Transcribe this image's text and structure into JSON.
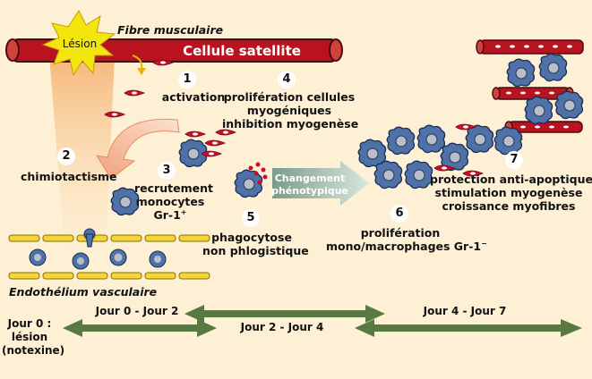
{
  "labels": {
    "fibre": "Fibre musculaire",
    "lesion": "Lésion",
    "cellule_satellite": "Cellule satellite",
    "endothelium": "Endothélium vasculaire",
    "changement": [
      "Changement",
      "phénotypique"
    ]
  },
  "steps": [
    {
      "n": "1",
      "lines": [
        "activation"
      ]
    },
    {
      "n": "2",
      "lines": [
        "chimiotactisme"
      ]
    },
    {
      "n": "3",
      "lines": [
        "recrutement",
        "monocytes",
        "Gr-1"
      ],
      "sup": "+"
    },
    {
      "n": "4",
      "lines": [
        "prolifération cellules",
        "myogéniques",
        "inhibition myogenèse"
      ]
    },
    {
      "n": "5",
      "lines": [
        "phagocytose",
        "non phlogistique"
      ]
    },
    {
      "n": "6",
      "lines": [
        "prolifération",
        "mono/macrophages Gr-1"
      ],
      "sup": "−"
    },
    {
      "n": "7",
      "lines": [
        "protection anti-apoptique",
        "stimulation myogenèse",
        "croissance myofibres"
      ]
    }
  ],
  "timeline": {
    "day0": [
      "Jour 0 :",
      "lésion",
      "(notexine)"
    ],
    "period1": "Jour 0 - Jour 2",
    "period2": "Jour 2 - Jour 4",
    "period3": "Jour 4 - Jour 7"
  },
  "colors": {
    "background": "#fdf0d5",
    "fibre": "#b8131f",
    "lesion_star": "#f2e60e",
    "monocyte": "#4e71a8",
    "arrow": "#587a42",
    "endothelium": "#f3d534"
  }
}
